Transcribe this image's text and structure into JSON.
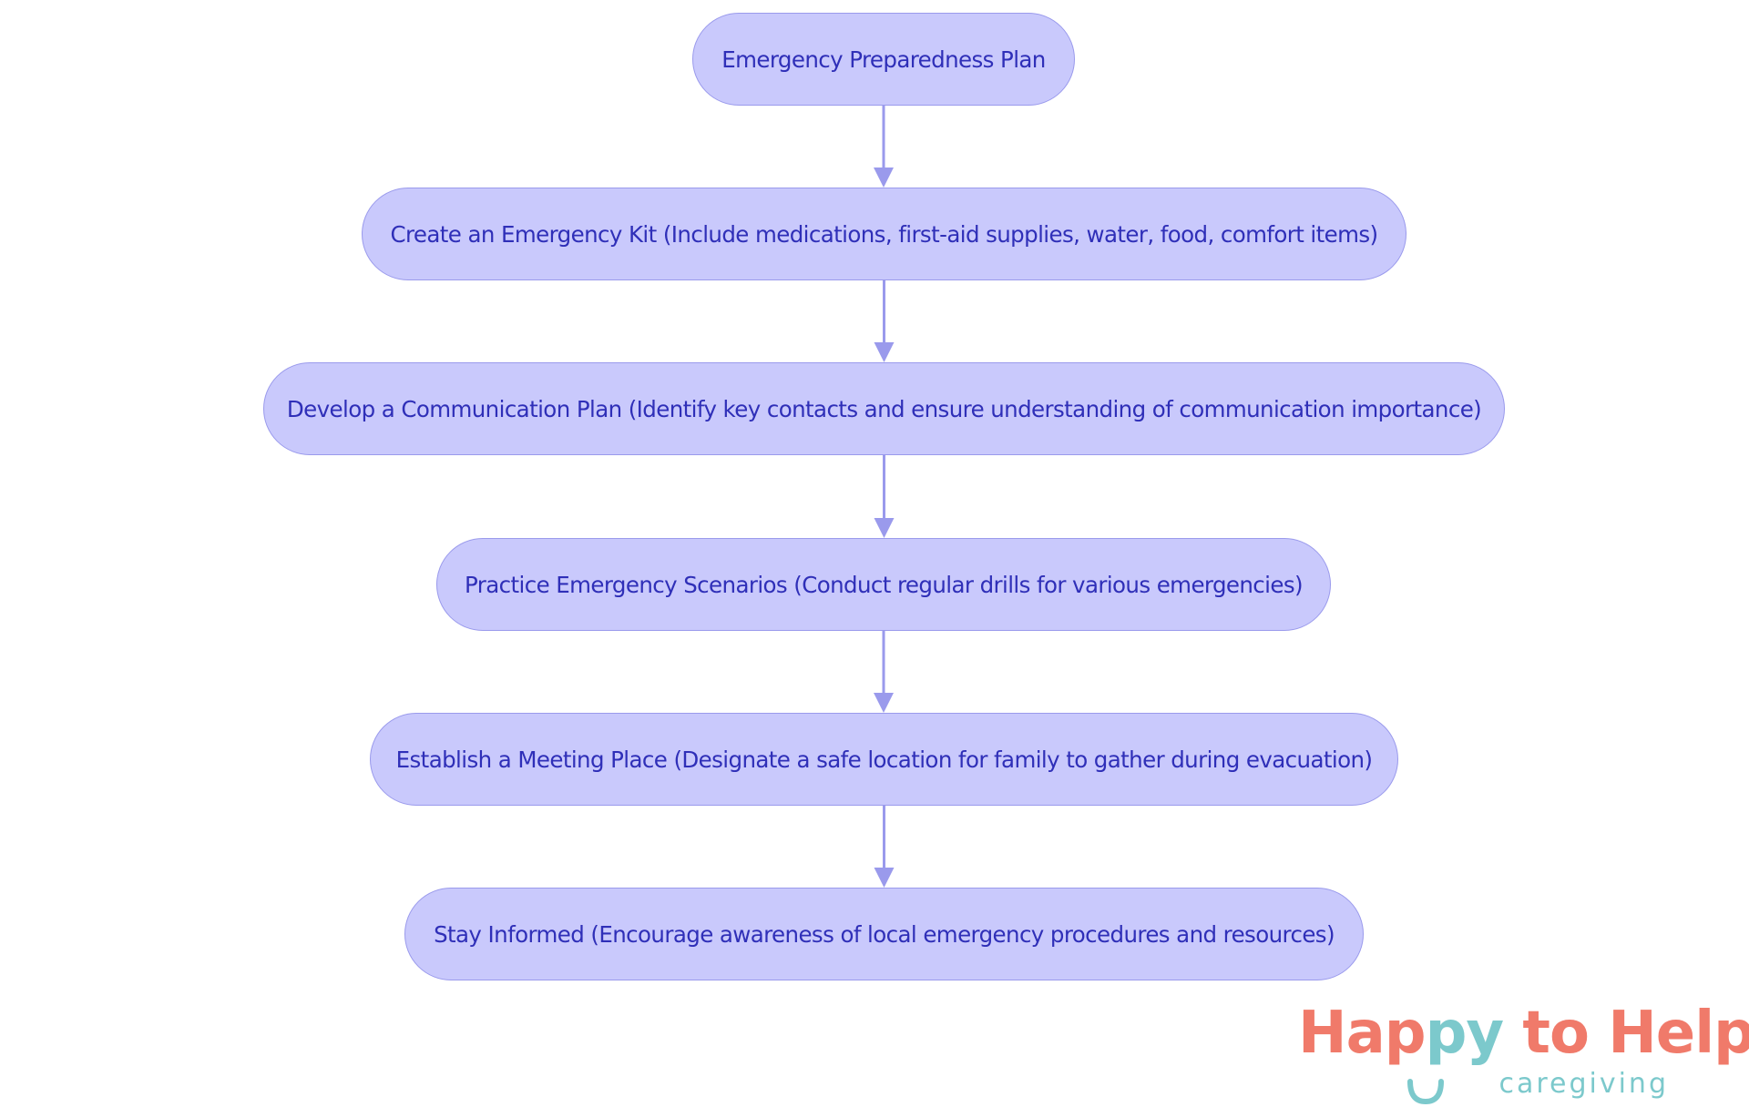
{
  "diagram": {
    "nodes": [
      {
        "id": "root",
        "label": "Emergency Preparedness Plan"
      },
      {
        "id": "kit",
        "label": "Create an Emergency Kit (Include medications, first-aid supplies, water, food, comfort items)"
      },
      {
        "id": "communication",
        "label": "Develop a Communication Plan (Identify key contacts and ensure understanding of communication importance)"
      },
      {
        "id": "practice",
        "label": "Practice Emergency Scenarios (Conduct regular drills for various emergencies)"
      },
      {
        "id": "meeting",
        "label": "Establish a Meeting Place (Designate a safe location for family to gather during evacuation)"
      },
      {
        "id": "informed",
        "label": "Stay Informed (Encourage awareness of local emergency procedures and resources)"
      }
    ],
    "edges": [
      {
        "from": "root",
        "to": "kit"
      },
      {
        "from": "kit",
        "to": "communication"
      },
      {
        "from": "communication",
        "to": "practice"
      },
      {
        "from": "practice",
        "to": "meeting"
      },
      {
        "from": "meeting",
        "to": "informed"
      }
    ]
  },
  "logo": {
    "word_happy": "Happy",
    "word_to": "to",
    "word_help": "Help",
    "tagline": "caregiving"
  },
  "colors": {
    "node_fill": "#c9c9fc",
    "node_border": "#9a9aec",
    "node_text": "#2f2fb8",
    "connector": "#9a9aec",
    "logo_coral": "#f07a6a",
    "logo_teal": "#7cc9cc"
  }
}
